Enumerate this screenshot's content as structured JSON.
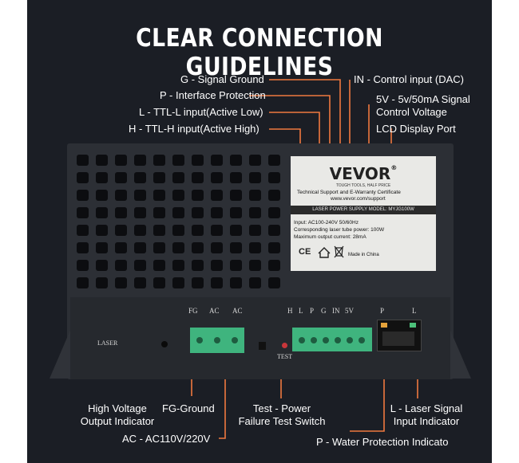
{
  "title": "CLEAR CONNECTION GUIDELINES",
  "labels": {
    "g": "G - Signal Ground",
    "p": "P - Interface Protection",
    "l": "L - TTL-L input(Active Low)",
    "h": "H -  TTL-H input(Active High)",
    "in": "IN - Control input (DAC)",
    "v5_1": "5V - 5v/50mA Signal",
    "v5_2": "Control Voltage",
    "lcd": "LCD Display Port",
    "hv1": "High Voltage",
    "hv2": "Output Indicator",
    "fg": "FG-Ground",
    "test1": "Test - Power",
    "test2": "Failure Test Switch",
    "ls1": "L - Laser Signal",
    "ls2": "Input Indicator",
    "ac": "AC - AC110V/220V",
    "pw": "P - Water Protection Indicato"
  },
  "device": {
    "brand": "VEVOR",
    "reg": "®",
    "tagline": "TOUGH TOOLS, HALF PRICE",
    "support1": "Technical Support and E-Warranty Certificate",
    "support2": "www.vevor.com/support",
    "band": "LASER POWER SUPPLY   MODEL: MYJG100W",
    "spec1": "Input: AC100-240V   50/60Hz",
    "spec2": "Corresponding laser tube power: 100W",
    "spec3": "Maximum output current: 28mA",
    "cert": "CE",
    "made": "Made in China",
    "pins_left": [
      "FG",
      "AC",
      "AC"
    ],
    "pins_right": [
      "H",
      "L",
      "P",
      "G",
      "IN",
      "5V"
    ],
    "port_p": "P",
    "port_l": "L",
    "laser": "LASER",
    "test": "TEST"
  },
  "colors": {
    "background": "#1b1e25",
    "text": "#ffffff",
    "leader": "#f0793f",
    "terminal": "#3fb47e"
  }
}
